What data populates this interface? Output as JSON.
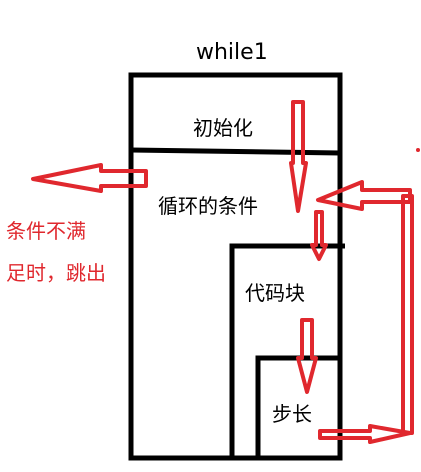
{
  "title": "while1",
  "labels": {
    "init": "初始化",
    "condition": "循环的条件",
    "code_block": "代码块",
    "step": "步长"
  },
  "note": {
    "line1": "条件不满",
    "line2": "足时，跳出"
  },
  "colors": {
    "arrow": "#e0282e",
    "box": "#000000"
  }
}
